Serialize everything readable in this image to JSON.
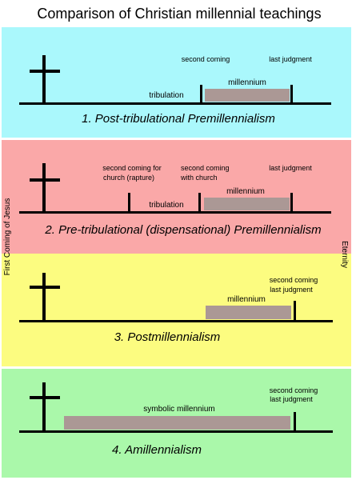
{
  "title": "Comparison of Christian millennial teachings",
  "side_labels": {
    "left": "First Coming of Jesus",
    "right": "Eternity"
  },
  "colors": {
    "panel1": "#aaf8fc",
    "panel2": "#faa8a8",
    "panel3": "#fcfc80",
    "panel4": "#aaf8aa",
    "bar": "#ab9895",
    "line": "#000000"
  },
  "panels": [
    {
      "title": "1. Post-tribulational Premillennialism",
      "tribulation": "tribulation",
      "millennium": "millennium",
      "second_coming": "second coming",
      "last_judgment": "last judgment"
    },
    {
      "title": "2. Pre-tribulational (dispensational) Premillennialism",
      "rapture_line1": "second coming for",
      "rapture_line2": "church (rapture)",
      "second_coming_line1": "second coming",
      "second_coming_line2": "with church",
      "tribulation": "tribulation",
      "millennium": "millennium",
      "last_judgment": "last judgment"
    },
    {
      "title": "3. Postmillennialism",
      "millennium": "millennium",
      "second_coming": "second coming",
      "last_judgment": "last judgment"
    },
    {
      "title": "4. Amillennialism",
      "millennium": "symbolic millennium",
      "second_coming": "second coming",
      "last_judgment": "last judgment"
    }
  ]
}
